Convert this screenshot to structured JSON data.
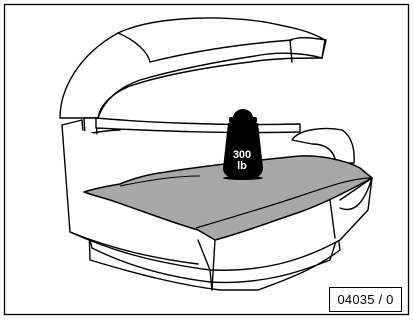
{
  "figure": {
    "reference_code": "04035 / 0",
    "weight": {
      "value": "300",
      "unit": "lb"
    }
  },
  "colors": {
    "outline": "#000000",
    "bed_fill": "#a8a8a8",
    "weight_fill": "#000000",
    "background": "#ffffff"
  },
  "icons": [
    "tanning-bed-illustration",
    "weight-icon"
  ]
}
